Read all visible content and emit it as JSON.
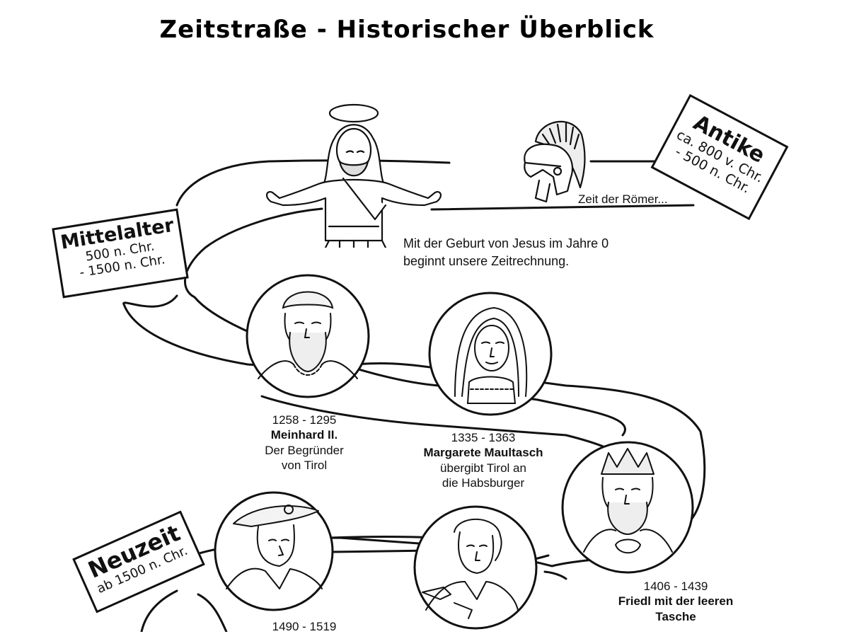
{
  "page": {
    "title": "Zeitstraße - Historischer Überblick"
  },
  "eras": {
    "antike": {
      "name": "Antike",
      "range_line1": "ca. 800 v. Chr.",
      "range_line2": "- 500 n. Chr."
    },
    "mittelalter": {
      "name": "Mittelalter",
      "range_line1": "500 n. Chr.",
      "range_line2": "- 1500 n. Chr."
    },
    "neuzeit": {
      "name": "Neuzeit",
      "range_line1": "ab 1500 n. Chr."
    }
  },
  "captions": {
    "roemer": "Zeit der Römer...",
    "jesus_line1": "Mit der Geburt von Jesus im Jahre 0",
    "jesus_line2": "beginnt unsere Zeitrechnung."
  },
  "persons": [
    {
      "years": "1258 - 1295",
      "name": "Meinhard II.",
      "desc_line1": "Der Begründer",
      "desc_line2": "von Tirol"
    },
    {
      "years": "1335 - 1363",
      "name": "Margarete Maultasch",
      "desc_line1": "übergibt Tirol an",
      "desc_line2": "die Habsburger"
    },
    {
      "years": "1406 - 1439",
      "name_line1": "Friedl mit der leeren",
      "name_line2": "Tasche"
    },
    {
      "years": "1490 - 1519"
    }
  ],
  "icons": {
    "jesus": "jesus-figure-icon",
    "helmet": "roman-helmet-icon"
  }
}
